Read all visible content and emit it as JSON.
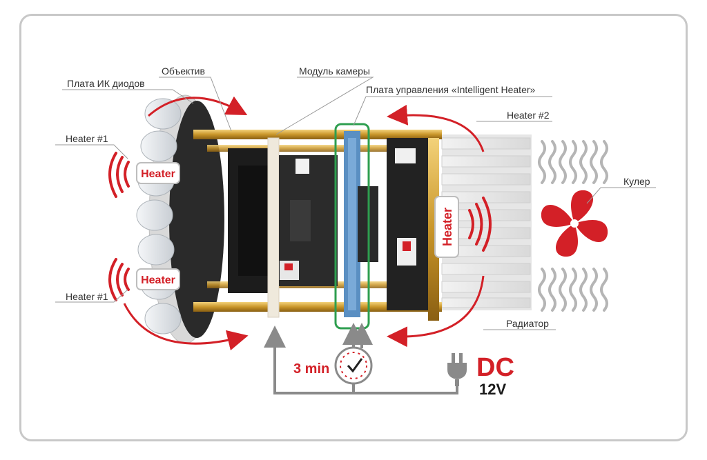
{
  "labels": {
    "ir_board": "Плата ИК диодов",
    "lens": "Объектив",
    "camera_module": "Модуль камеры",
    "control_board": "Плата управления «Intelligent Heater»",
    "heater2": "Heater #2",
    "heater1_top": "Heater #1",
    "heater1_bottom": "Heater #1",
    "cooler": "Кулер",
    "radiator": "Радиатор"
  },
  "badges": {
    "heater_top": "Heater",
    "heater_bottom": "Heater",
    "heater_right": "Heater"
  },
  "timer": {
    "label": "3 min"
  },
  "power": {
    "type": "DC",
    "voltage": "12V"
  },
  "colors": {
    "accent_red": "#d32027",
    "highlight_green": "#2e9e4f",
    "connector_gray": "#8a8a8a",
    "frame_gray": "#c8c8c8",
    "gold": "#c9962a"
  }
}
